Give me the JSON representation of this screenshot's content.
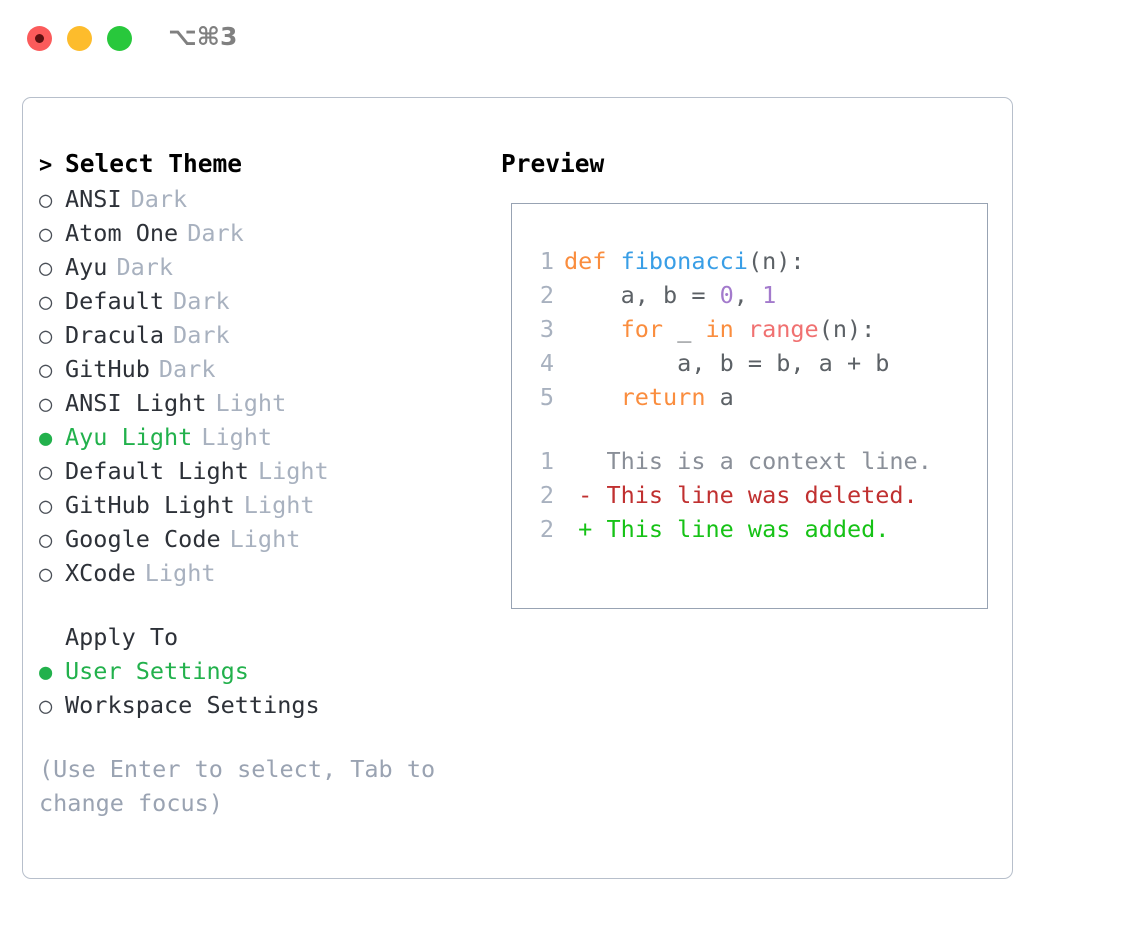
{
  "titlebar": {
    "shortcut": "⌥⌘3",
    "buttons": [
      {
        "name": "close",
        "color": "#fb5b5b"
      },
      {
        "name": "minimize",
        "color": "#fdbc2c"
      },
      {
        "name": "maximize",
        "color": "#28c83c"
      }
    ]
  },
  "colors": {
    "selected_green": "#22b14c",
    "tag_gray": "#a8b1bf",
    "panel_border": "#b7bfcb",
    "code_border": "#98a3b3",
    "hint_gray": "#9aa3b2"
  },
  "theme_list": {
    "header_marker": ">",
    "header_label": "Select Theme",
    "marker_selected": "●",
    "marker_unselected": "○",
    "items": [
      {
        "marker": "○",
        "label": "ANSI",
        "tag": "Dark",
        "selected": false
      },
      {
        "marker": "○",
        "label": "Atom One",
        "tag": "Dark",
        "selected": false
      },
      {
        "marker": "○",
        "label": "Ayu",
        "tag": "Dark",
        "selected": false
      },
      {
        "marker": "○",
        "label": "Default",
        "tag": "Dark",
        "selected": false
      },
      {
        "marker": "○",
        "label": "Dracula",
        "tag": "Dark",
        "selected": false
      },
      {
        "marker": "○",
        "label": "GitHub",
        "tag": "Dark",
        "selected": false
      },
      {
        "marker": "○",
        "label": "ANSI Light",
        "tag": "Light",
        "selected": false
      },
      {
        "marker": "●",
        "label": "Ayu Light",
        "tag": "Light",
        "selected": true
      },
      {
        "marker": "○",
        "label": "Default Light",
        "tag": "Light",
        "selected": false
      },
      {
        "marker": "○",
        "label": "GitHub Light",
        "tag": "Light",
        "selected": false
      },
      {
        "marker": "○",
        "label": "Google Code",
        "tag": "Light",
        "selected": false
      },
      {
        "marker": "○",
        "label": "XCode",
        "tag": "Light",
        "selected": false
      }
    ]
  },
  "apply_to": {
    "header_label": "Apply To",
    "items": [
      {
        "marker": "●",
        "label": "User Settings",
        "selected": true
      },
      {
        "marker": "○",
        "label": "Workspace Settings",
        "selected": false
      }
    ]
  },
  "hint": {
    "line1": "(Use Enter to select, Tab to",
    "line2": "change focus)"
  },
  "preview": {
    "title": "Preview",
    "code_lines": [
      {
        "num": "1",
        "tokens": [
          {
            "t": "def ",
            "c": "k-kw"
          },
          {
            "t": "fibonacci",
            "c": "k-fn"
          },
          {
            "t": "(n):",
            "c": "k-txt"
          }
        ]
      },
      {
        "num": "2",
        "tokens": [
          {
            "t": "    a, b = ",
            "c": "k-txt"
          },
          {
            "t": "0",
            "c": "k-num"
          },
          {
            "t": ", ",
            "c": "k-txt"
          },
          {
            "t": "1",
            "c": "k-num"
          }
        ]
      },
      {
        "num": "3",
        "tokens": [
          {
            "t": "    ",
            "c": "k-txt"
          },
          {
            "t": "for",
            "c": "k-kw"
          },
          {
            "t": " _ ",
            "c": "k-txt"
          },
          {
            "t": "in",
            "c": "k-kw"
          },
          {
            "t": " ",
            "c": "k-txt"
          },
          {
            "t": "range",
            "c": "k-bi"
          },
          {
            "t": "(n):",
            "c": "k-txt"
          }
        ]
      },
      {
        "num": "4",
        "tokens": [
          {
            "t": "        a, b = b, a + b",
            "c": "k-txt"
          }
        ]
      },
      {
        "num": "5",
        "tokens": [
          {
            "t": "    ",
            "c": "k-txt"
          },
          {
            "t": "return",
            "c": "k-kw"
          },
          {
            "t": " a",
            "c": "k-txt"
          }
        ]
      }
    ],
    "diff_lines": [
      {
        "num": "1",
        "tokens": [
          {
            "t": "   This is a context line.",
            "c": "k-ctx"
          }
        ]
      },
      {
        "num": "2",
        "tokens": [
          {
            "t": " - This line was deleted.",
            "c": "k-del"
          }
        ]
      },
      {
        "num": "2",
        "tokens": [
          {
            "t": " + This line was added.",
            "c": "k-add"
          }
        ]
      }
    ]
  }
}
